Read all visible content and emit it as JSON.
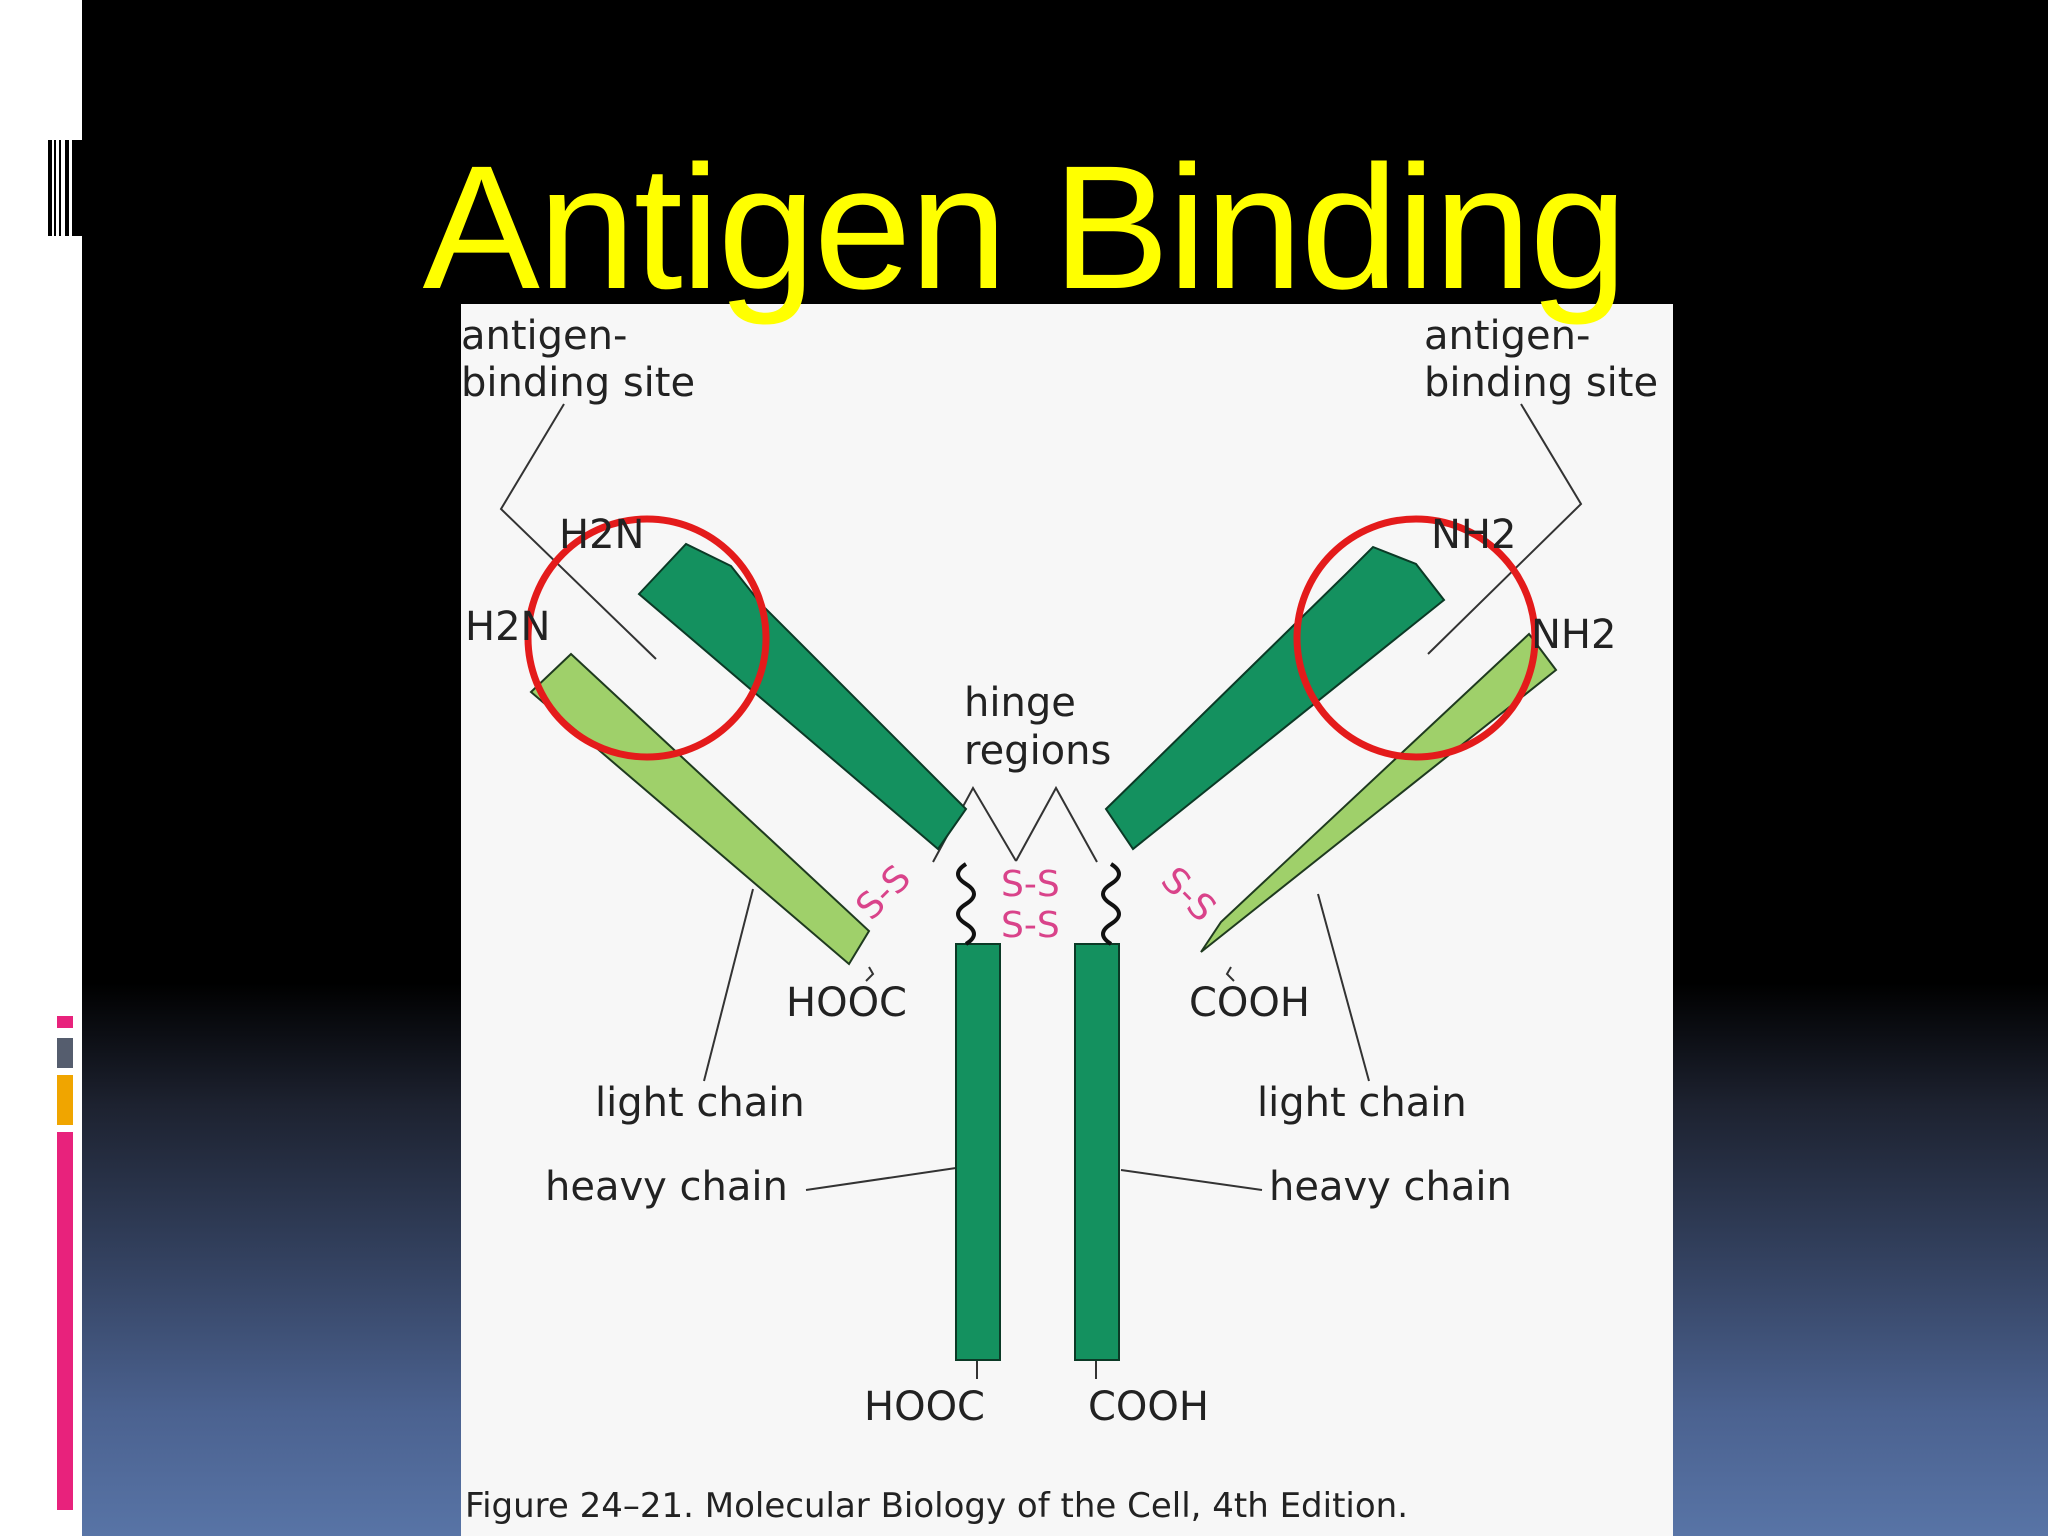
{
  "slide": {
    "title": "Antigen Binding"
  },
  "figure": {
    "labels": {
      "antigen_binding_site_left_1": "antigen-",
      "antigen_binding_site_left_2": "binding site",
      "antigen_binding_site_right_1": "antigen-",
      "antigen_binding_site_right_2": "binding site",
      "h2n_heavy_left": "H2N",
      "h2n_light_left": "H2N",
      "nh2_heavy_right": "NH2",
      "nh2_light_right": "NH2",
      "hinge_1": "hinge",
      "hinge_2": "regions",
      "hooc_light_left": "HOOC",
      "cooh_light_right": "COOH",
      "light_chain_left": "light chain",
      "light_chain_right": "light chain",
      "heavy_chain_left": "heavy chain",
      "heavy_chain_right": "heavy chain",
      "hooc_bottom": "HOOC",
      "cooh_bottom": "COOH",
      "disulfide": "S-S",
      "disulfide_center_1": "S-S",
      "disulfide_center_2": "S-S"
    },
    "caption": "Figure 24–21. Molecular Biology of the Cell, 4th Edition.",
    "colors": {
      "heavy_chain": "#14915f",
      "light_chain": "#9fd06a",
      "highlight_circle": "#e41b1b",
      "disulfide": "#d9438a",
      "title": "#ffff00"
    }
  }
}
